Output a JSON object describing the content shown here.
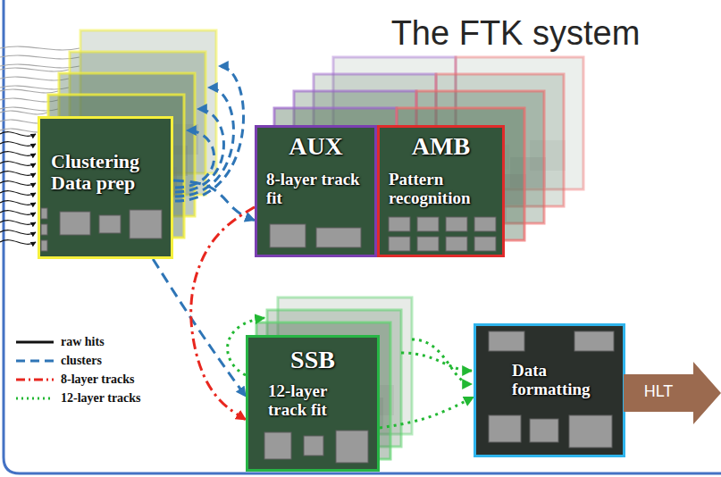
{
  "diagram": {
    "title": "The FTK system",
    "nodes": [
      {
        "text": [
          "Clustering Data prep"
        ]
      },
      {
        "text": [
          "AUX",
          "8-layer track fit"
        ]
      },
      {
        "text": [
          "AMB",
          "Pattern recognition"
        ]
      },
      {
        "text": [
          "SSB",
          "12-layer track fit"
        ]
      },
      {
        "text": [
          "Data formatting"
        ]
      },
      {
        "text": [
          "HLT"
        ]
      }
    ],
    "edges": [
      {
        "from": 0,
        "to": 1,
        "arrow": "to"
      },
      {
        "from": 0,
        "to": 3,
        "arrow": "to"
      },
      {
        "from": 1,
        "to": 3,
        "arrow": "to"
      },
      {
        "from": 3,
        "to": 4,
        "arrow": "to"
      }
    ],
    "legend": [
      {
        "text": "raw hits"
      },
      {
        "text": "clusters"
      },
      {
        "text": "8-layer tracks"
      },
      {
        "text": "12-layer tracks"
      }
    ]
  }
}
